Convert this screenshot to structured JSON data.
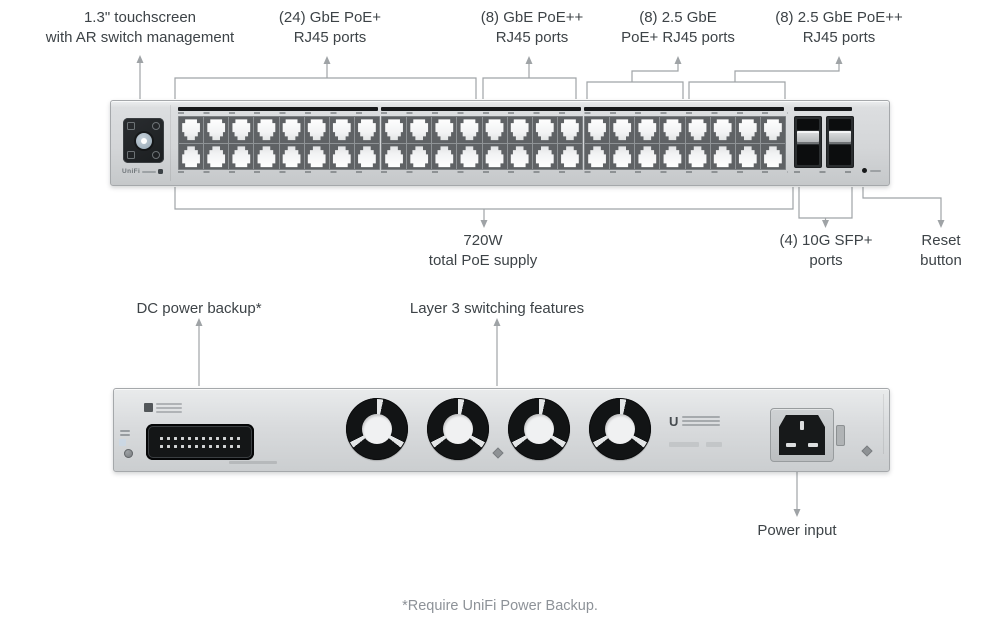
{
  "callouts": {
    "touchscreen": {
      "lines": [
        "1.3\" touchscreen",
        "with AR switch management"
      ]
    },
    "poe_plus_24": {
      "lines": [
        "(24) GbE PoE+",
        "RJ45 ports"
      ]
    },
    "poe_pp_8": {
      "lines": [
        "(8) GbE PoE++",
        "RJ45 ports"
      ]
    },
    "poe_plus_25g_8": {
      "lines": [
        "(8) 2.5 GbE",
        "PoE+ RJ45 ports"
      ]
    },
    "poe_pp_25g_8": {
      "lines": [
        "(8) 2.5 GbE PoE++",
        "RJ45 ports"
      ]
    },
    "poe_supply": {
      "lines": [
        "720W",
        "total PoE supply"
      ]
    },
    "sfp_ports": {
      "lines": [
        "(4) 10G SFP+",
        "ports"
      ]
    },
    "reset": {
      "lines": [
        "Reset",
        "button"
      ]
    },
    "dc_backup": {
      "text": "DC power backup*"
    },
    "layer3": {
      "text": "Layer 3 switching features"
    },
    "power_input": {
      "text": "Power input"
    }
  },
  "footnote": "*Require UniFi Power Backup.",
  "device": {
    "front_brand": "UniFi",
    "rear_logo": "U",
    "front": {
      "rj45_blocks": 3,
      "columns_per_block": 8,
      "rows": 2,
      "sfp_cages": 2
    },
    "rear": {
      "fans": 4,
      "dc_pin_columns": 12,
      "dc_pin_rows": 2
    }
  },
  "colors": {
    "label_text": "#3d4347",
    "muted_text": "#8d9298",
    "callout_line": "#9fa3a6",
    "chassis": "#d5d7d9",
    "led_strip": "#17191b",
    "screen": "#202326"
  }
}
